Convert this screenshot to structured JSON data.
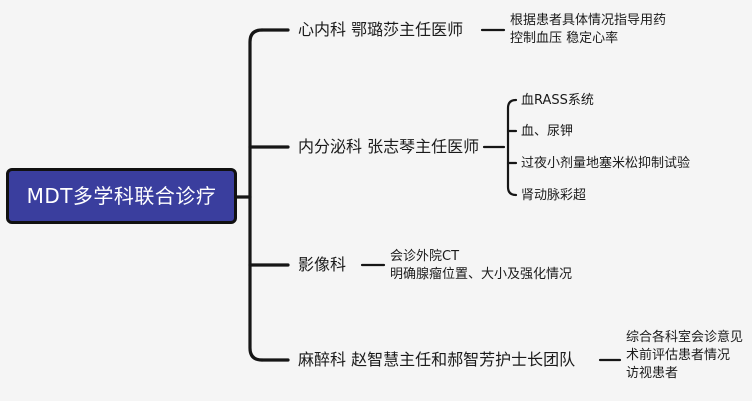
{
  "root": {
    "label": "MDT多学科联合诊疗"
  },
  "departments": [
    {
      "label": "心内科  鄂璐莎主任医师",
      "notes": [
        "根据患者具体情况指导用药",
        "控制血压 稳定心率"
      ]
    },
    {
      "label": "内分泌科 张志琴主任医师",
      "notes": [
        "血RASS系统",
        "血、尿钾",
        "过夜小剂量地塞米松抑制试验",
        "肾动脉彩超"
      ]
    },
    {
      "label": "影像科",
      "notes": [
        "会诊外院CT",
        "明确腺瘤位置、大小及强化情况"
      ]
    },
    {
      "label": "麻醉科 赵智慧主任和郝智芳护士长团队",
      "notes": [
        "综合各科室会诊意见",
        "术前评估患者情况",
        "访视患者"
      ]
    }
  ]
}
